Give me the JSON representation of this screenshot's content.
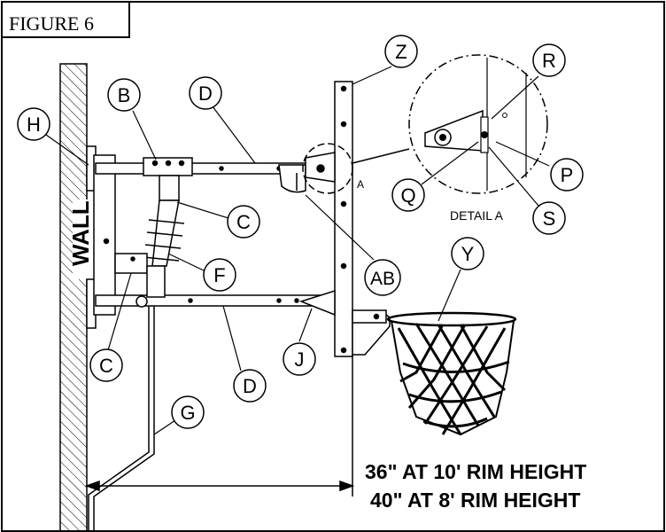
{
  "figure": {
    "title": "FIGURE 6",
    "wall_label": "WALL",
    "detail_label": "DETAIL A",
    "detail_marker": "A",
    "dimension_lines": [
      "36\" AT 10' RIM HEIGHT",
      "40\" AT 8' RIM HEIGHT"
    ],
    "callouts": {
      "H": "H",
      "B": "B",
      "D_top": "D",
      "C_top": "C",
      "F": "F",
      "C_bottom": "C",
      "D_bottom": "D",
      "G": "G",
      "J": "J",
      "AB": "AB",
      "Z": "Z",
      "Y": "Y",
      "R": "R",
      "P": "P",
      "Q": "Q",
      "S": "S"
    }
  }
}
